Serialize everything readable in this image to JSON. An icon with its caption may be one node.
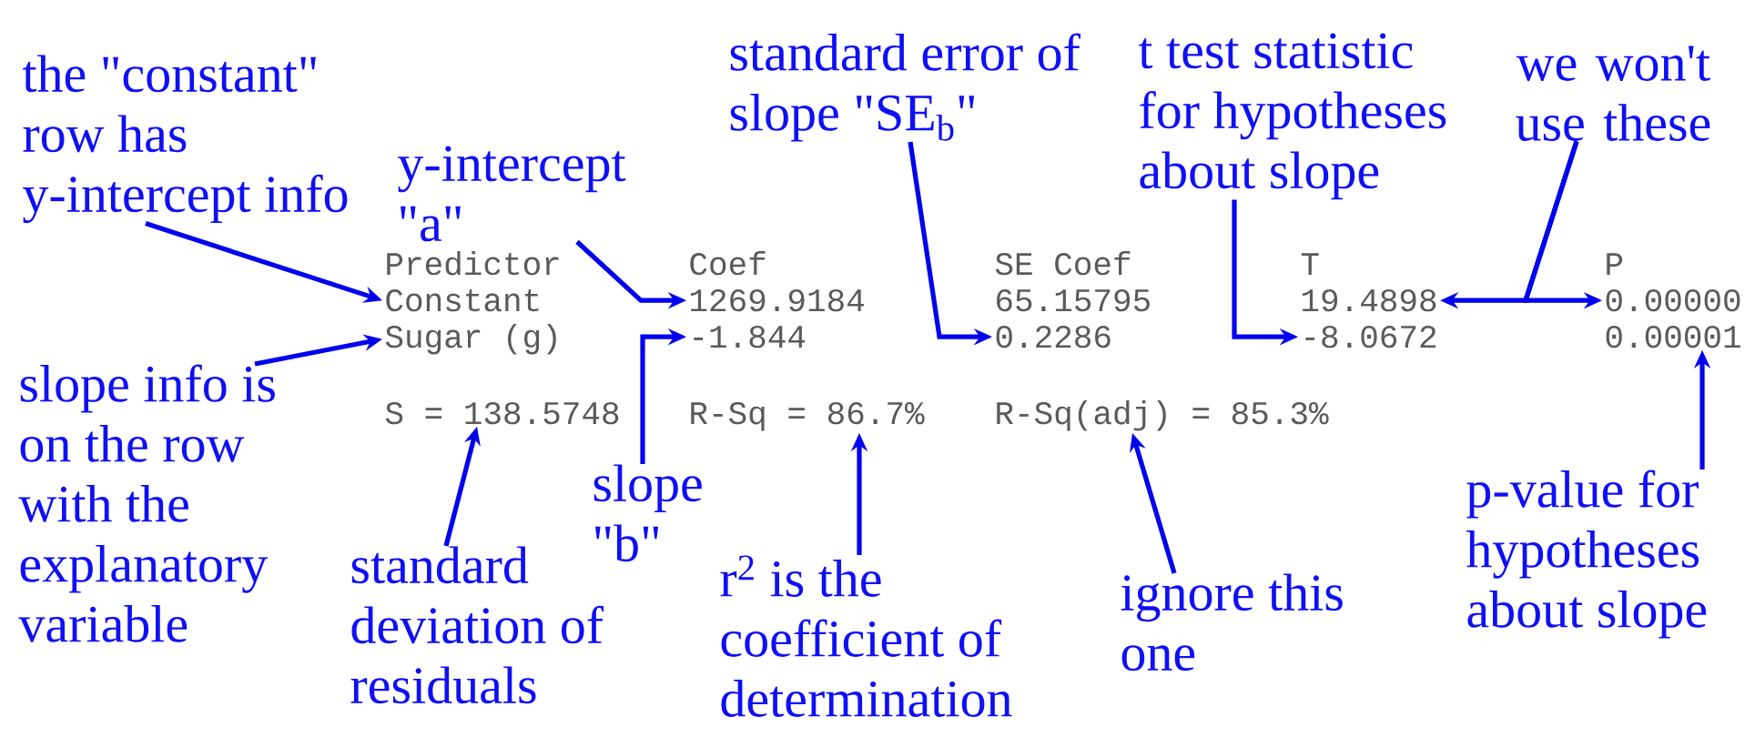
{
  "diagram": {
    "nodes": [
      {
        "text": [
          "the \"constant\" row has y-intercept info"
        ]
      },
      {
        "text": [
          "y-intercept \"a\""
        ]
      },
      {
        "text": [
          "standard error of slope \"SE$_{b}$\""
        ]
      },
      {
        "text": [
          "t test statistic for hypotheses about slope"
        ]
      },
      {
        "text": [
          "we won't use these"
        ]
      },
      {
        "text": [
          "Constant"
        ]
      },
      {
        "text": [
          "1269.9184"
        ]
      },
      {
        "text": [
          "19.4898"
        ]
      },
      {
        "text": [
          "0.00000"
        ]
      },
      {
        "text": [
          "Sugar (g)"
        ]
      },
      {
        "text": [
          "-1.844"
        ]
      },
      {
        "text": [
          "0.2286"
        ]
      },
      {
        "text": [
          "-8.0672"
        ]
      },
      {
        "text": [
          "0.00001"
        ]
      },
      {
        "text": [
          "S = 138.5748"
        ]
      },
      {
        "text": [
          "R-Sq = 86.7%"
        ]
      },
      {
        "text": [
          "R-Sq(adj) = 85.3%"
        ]
      },
      {
        "text": [
          "slope info is on the row with the explanatory variable"
        ]
      },
      {
        "text": [
          "slope \"b\""
        ]
      },
      {
        "text": [
          "standard deviation of residuals"
        ]
      },
      {
        "text": [
          "r$^{2}$ is the coefficient of determination"
        ]
      },
      {
        "text": [
          "ignore this one"
        ]
      },
      {
        "text": [
          "p-value for hypotheses about slope"
        ]
      }
    ],
    "edges": [
      {
        "from": 0,
        "to": 5,
        "arrow": "to"
      },
      {
        "from": 1,
        "to": 6,
        "arrow": "to"
      },
      {
        "from": 2,
        "to": 11,
        "arrow": "to"
      },
      {
        "from": 3,
        "to": 12,
        "arrow": "to"
      },
      {
        "from": 4,
        "to": 7,
        "arrow": "to"
      },
      {
        "from": 4,
        "to": 8,
        "arrow": "to"
      },
      {
        "from": 17,
        "to": 9,
        "arrow": "to"
      },
      {
        "from": 18,
        "to": 10,
        "arrow": "to"
      },
      {
        "from": 19,
        "to": 14,
        "arrow": "to"
      },
      {
        "from": 20,
        "to": 15,
        "arrow": "to"
      },
      {
        "from": 21,
        "to": 16,
        "arrow": "to"
      },
      {
        "from": 22,
        "to": 13,
        "arrow": "to"
      }
    ],
    "labels": [
      "Predictor",
      "Coef",
      "SE Coef",
      "T",
      "P",
      "65.15795"
    ]
  }
}
